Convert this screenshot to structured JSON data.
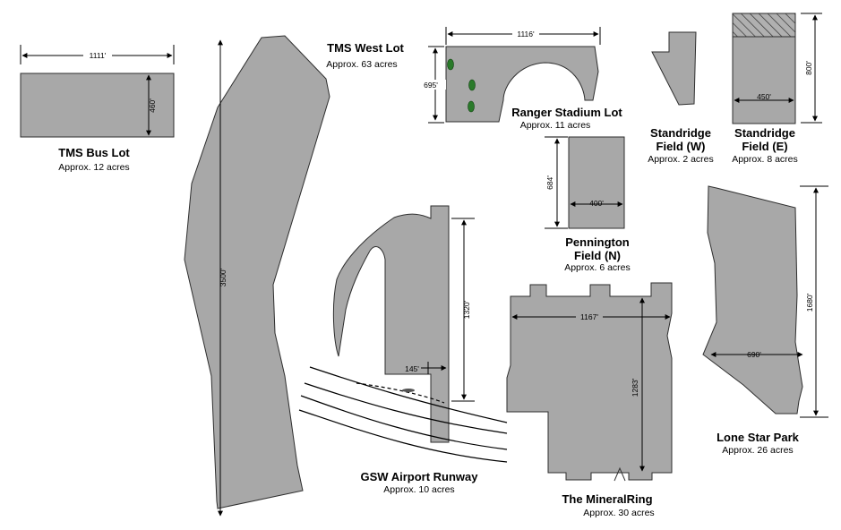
{
  "lots": {
    "tms_bus": {
      "name": "TMS Bus Lot",
      "area": "Approx. 12 acres",
      "width": "1111'",
      "height": "460'"
    },
    "tms_west": {
      "name": "TMS West Lot",
      "area": "Approx. 63 acres",
      "length": "3500'"
    },
    "ranger": {
      "name": "Ranger Stadium Lot",
      "area": "Approx. 11 acres",
      "width": "1116'",
      "height": "695'"
    },
    "standridge_w": {
      "name_line1": "Standridge",
      "name_line2": "Field (W)",
      "area": "Approx. 2 acres"
    },
    "standridge_e": {
      "name_line1": "Standridge",
      "name_line2": "Field (E)",
      "area": "Approx. 8 acres",
      "width": "450'",
      "height": "800'"
    },
    "pennington": {
      "name_line1": "Pennington",
      "name_line2": "Field (N)",
      "area": "Approx. 6 acres",
      "width": "400'",
      "height": "684'"
    },
    "gsw": {
      "name": "GSW Airport Runway",
      "area": "Approx. 10 acres",
      "width": "145'",
      "height": "1320'"
    },
    "mineral": {
      "name": "The MineralRing",
      "area": "Approx. 30 acres",
      "width": "1167'",
      "height": "1283'"
    },
    "lone_star": {
      "name": "Lone Star Park",
      "area": "Approx. 26 acres",
      "width": "690'",
      "height": "1680'"
    }
  },
  "colors": {
    "lot_fill": "#a8a8a8",
    "lot_outline": "#2e2e2e",
    "tree": "#2a7a2a"
  }
}
